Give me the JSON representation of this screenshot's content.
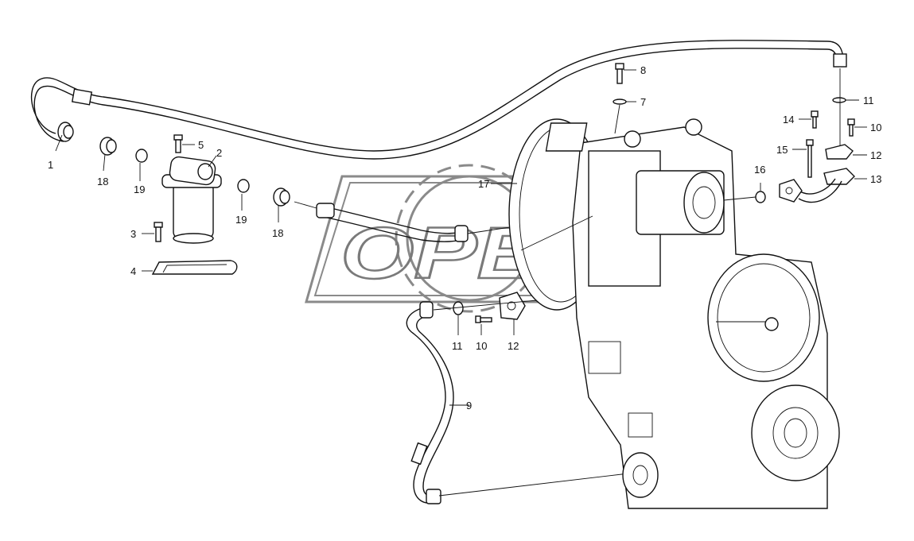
{
  "watermark": {
    "brand": "OPEX"
  },
  "callouts": [
    {
      "id": "c1",
      "text": "1"
    },
    {
      "id": "c2",
      "text": "2"
    },
    {
      "id": "c3",
      "text": "3"
    },
    {
      "id": "c4",
      "text": "4"
    },
    {
      "id": "c5",
      "text": "5"
    },
    {
      "id": "c7",
      "text": "7"
    },
    {
      "id": "c8",
      "text": "8"
    },
    {
      "id": "c9",
      "text": "9"
    },
    {
      "id": "c10a",
      "text": "10"
    },
    {
      "id": "c10b",
      "text": "10"
    },
    {
      "id": "c11a",
      "text": "11"
    },
    {
      "id": "c11b",
      "text": "11"
    },
    {
      "id": "c12a",
      "text": "12"
    },
    {
      "id": "c12b",
      "text": "12"
    },
    {
      "id": "c13",
      "text": "13"
    },
    {
      "id": "c14",
      "text": "14"
    },
    {
      "id": "c15",
      "text": "15"
    },
    {
      "id": "c16",
      "text": "16"
    },
    {
      "id": "c17",
      "text": "17"
    },
    {
      "id": "c18a",
      "text": "18"
    },
    {
      "id": "c18b",
      "text": "18"
    },
    {
      "id": "c19a",
      "text": "19"
    },
    {
      "id": "c19b",
      "text": "19"
    }
  ]
}
